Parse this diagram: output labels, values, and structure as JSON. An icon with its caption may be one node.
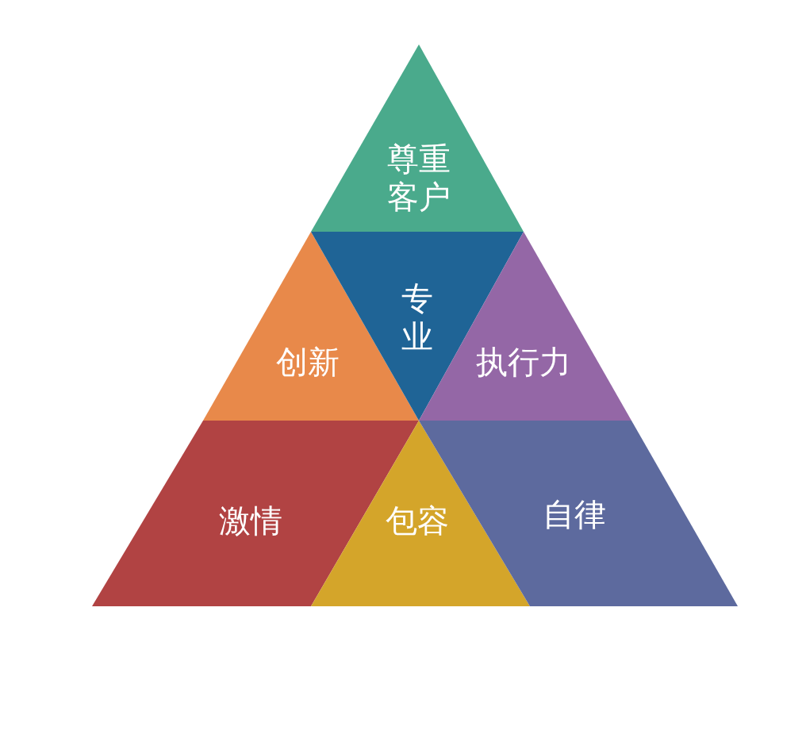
{
  "diagram": {
    "nodes": [
      {
        "text": [
          "尊重客户"
        ]
      },
      {
        "text": [
          "创新"
        ]
      },
      {
        "text": [
          "专业"
        ]
      },
      {
        "text": [
          "执行力"
        ]
      },
      {
        "text": [
          "激情"
        ]
      },
      {
        "text": [
          "包容"
        ]
      },
      {
        "text": [
          "自律"
        ]
      }
    ]
  }
}
